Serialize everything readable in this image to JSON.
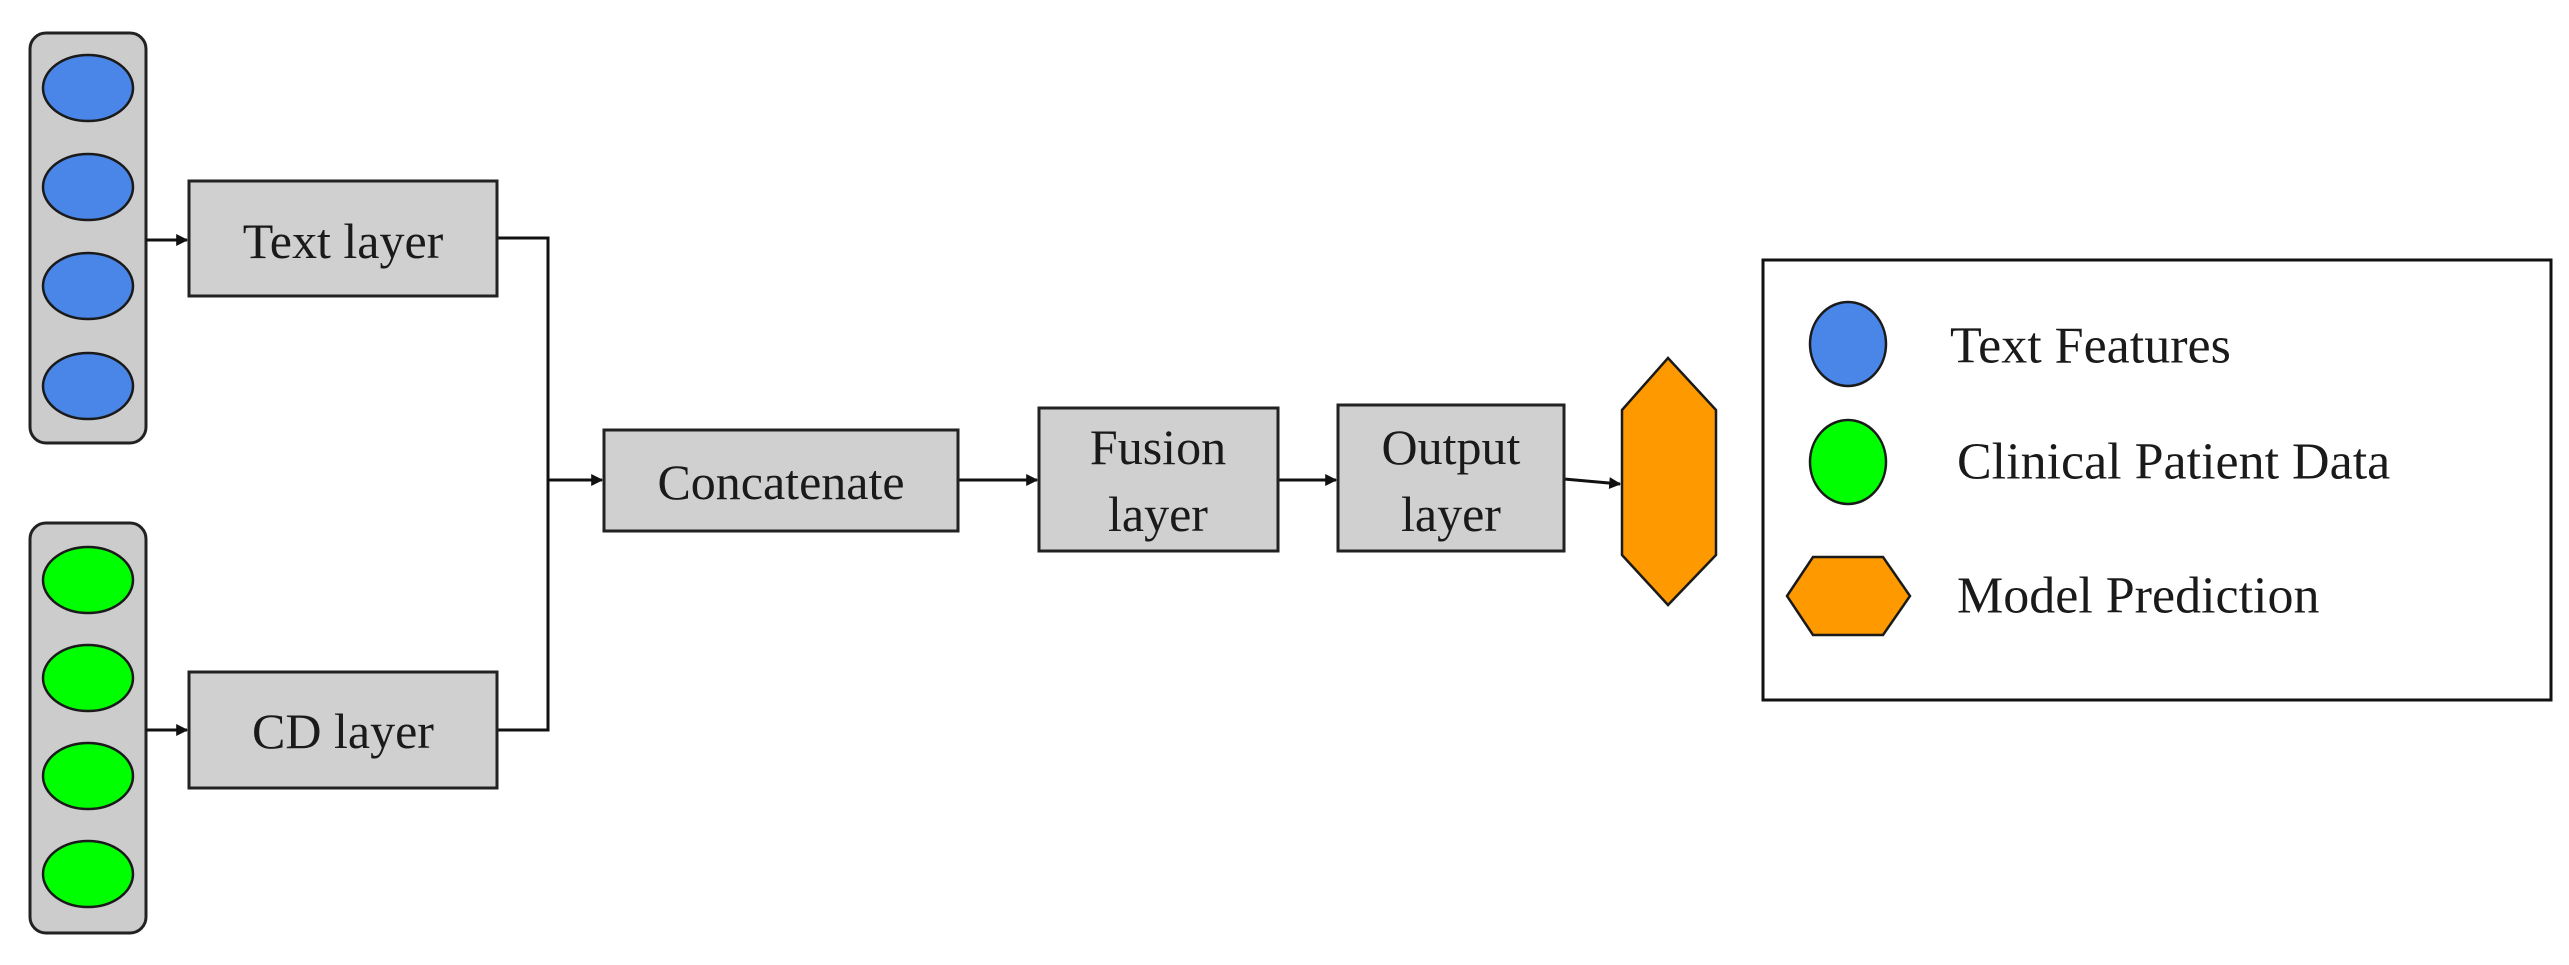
{
  "colors": {
    "text_feature": "#4a86e8",
    "clinical_data": "#00ff00",
    "prediction": "#ff9900",
    "layer_fill": "#d0d0d0",
    "panel_fill": "#cccccc"
  },
  "inputs": {
    "text_feature_nodes": 4,
    "clinical_data_nodes": 4
  },
  "layers": {
    "text_layer": "Text layer",
    "cd_layer": "CD layer",
    "concatenate": "Concatenate",
    "fusion_line1": "Fusion",
    "fusion_line2": "layer",
    "output_line1": "Output",
    "output_line2": "layer"
  },
  "legend": {
    "text_features": "Text Features",
    "clinical_patient_data": "Clinical Patient Data",
    "model_prediction": "Model Prediction"
  }
}
